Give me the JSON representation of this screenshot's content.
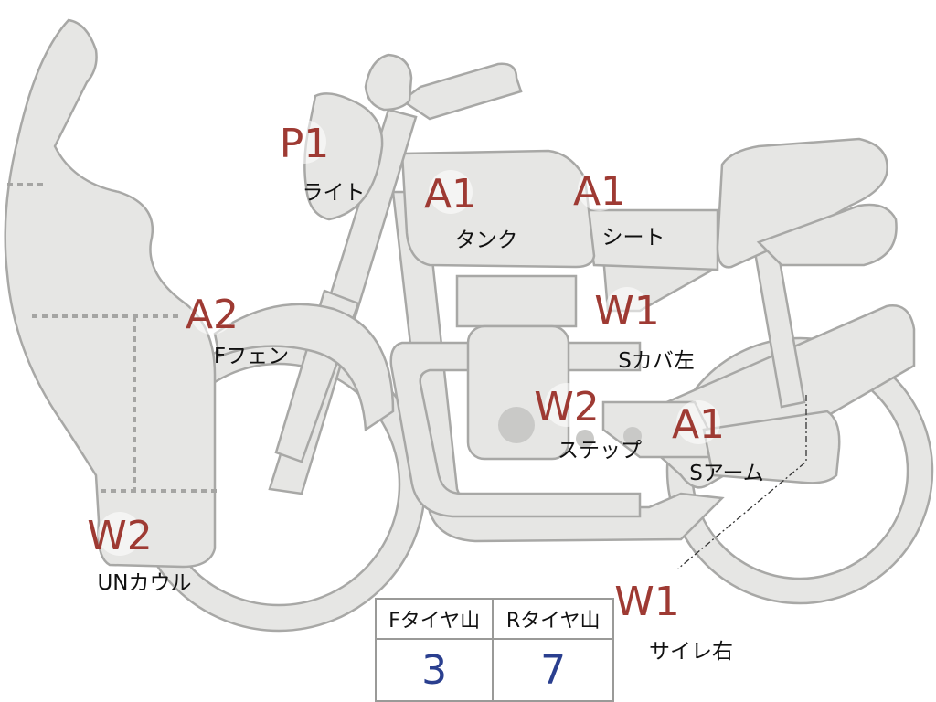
{
  "parts": [
    {
      "id": "light",
      "grade": "P1",
      "label": "ライト"
    },
    {
      "id": "tank",
      "grade": "A1",
      "label": "タンク"
    },
    {
      "id": "seat",
      "grade": "A1",
      "label": "シート"
    },
    {
      "id": "front-fender",
      "grade": "A2",
      "label": "Fフェン"
    },
    {
      "id": "side-cover-left",
      "grade": "W1",
      "label": "Sカバ左"
    },
    {
      "id": "step",
      "grade": "W2",
      "label": "ステップ"
    },
    {
      "id": "swing-arm",
      "grade": "A1",
      "label": "Sアーム"
    },
    {
      "id": "under-cowl",
      "grade": "W2",
      "label": "UNカウル"
    },
    {
      "id": "muffler-right",
      "grade": "W1",
      "label": "サイレ右"
    }
  ],
  "tire_table": {
    "headers": [
      "Fタイヤ山",
      "Rタイヤ山"
    ],
    "values": [
      "3",
      "7"
    ]
  },
  "colors": {
    "grade": "#9e3a33",
    "tread_value": "#2a3f8f",
    "part_fill": "#e6e6e4",
    "part_stroke": "#a8a8a6"
  }
}
